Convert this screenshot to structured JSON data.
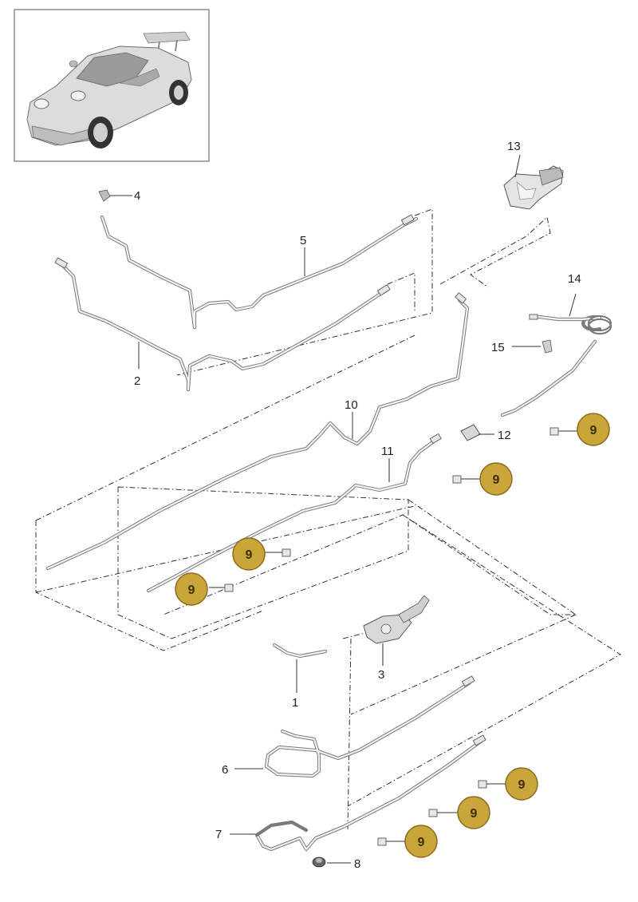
{
  "callouts": {
    "c1": "1",
    "c2": "2",
    "c3": "3",
    "c4": "4",
    "c5": "5",
    "c6": "6",
    "c7": "7",
    "c8": "8",
    "c10": "10",
    "c11": "11",
    "c12": "12",
    "c13": "13",
    "c14": "14",
    "c15": "15"
  },
  "badges": {
    "label": "9",
    "color": "#c9a53a",
    "border": "#8a6d1c"
  }
}
